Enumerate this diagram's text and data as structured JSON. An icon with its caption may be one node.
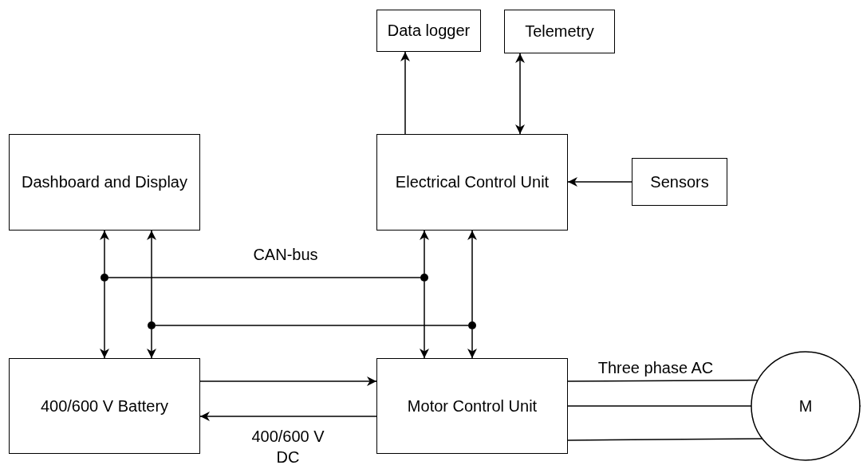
{
  "diagram": {
    "nodes": [
      {
        "text": [
          "Data logger"
        ]
      },
      {
        "text": [
          "Telemetry"
        ]
      },
      {
        "text": [
          "Dashboard and Display"
        ]
      },
      {
        "text": [
          "Electrical Control Unit"
        ]
      },
      {
        "text": [
          "Sensors"
        ]
      },
      {
        "text": [
          "400/600 V Battery"
        ]
      },
      {
        "text": [
          "Motor Control Unit"
        ]
      },
      {
        "text": [
          "M"
        ]
      },
      {
        "text": [],
        "shape": "circle"
      },
      {
        "text": [],
        "shape": "circle"
      },
      {
        "text": [],
        "shape": "circle"
      },
      {
        "text": [],
        "shape": "circle"
      }
    ],
    "edges": [
      {
        "from": 3,
        "to": 0,
        "arrow": "to"
      },
      {
        "from": 3,
        "to": 1,
        "arrow": "both"
      },
      {
        "from": 4,
        "to": 3,
        "arrow": "to"
      },
      {
        "from": 8,
        "to": 2,
        "arrow": "to"
      },
      {
        "from": 8,
        "to": 5,
        "arrow": "to"
      },
      {
        "from": 8,
        "to": 9,
        "arrow": "none",
        "label": "CAN-bus"
      },
      {
        "from": 9,
        "to": 3,
        "arrow": "to"
      },
      {
        "from": 9,
        "to": 6,
        "arrow": "to"
      },
      {
        "from": 10,
        "to": 2,
        "arrow": "to"
      },
      {
        "from": 10,
        "to": 5,
        "arrow": "to"
      },
      {
        "from": 10,
        "to": 11,
        "arrow": "none"
      },
      {
        "from": 11,
        "to": 3,
        "arrow": "to"
      },
      {
        "from": 11,
        "to": 6,
        "arrow": "to"
      },
      {
        "from": 5,
        "to": 6,
        "arrow": "to"
      },
      {
        "from": 6,
        "to": 5,
        "arrow": "to",
        "label": "400/600 V DC"
      },
      {
        "from": 6,
        "to": 7,
        "arrow": "none",
        "label": "Three phase AC"
      },
      {
        "from": 6,
        "to": 7,
        "arrow": "none"
      },
      {
        "from": 6,
        "to": 7,
        "arrow": "none"
      }
    ]
  }
}
